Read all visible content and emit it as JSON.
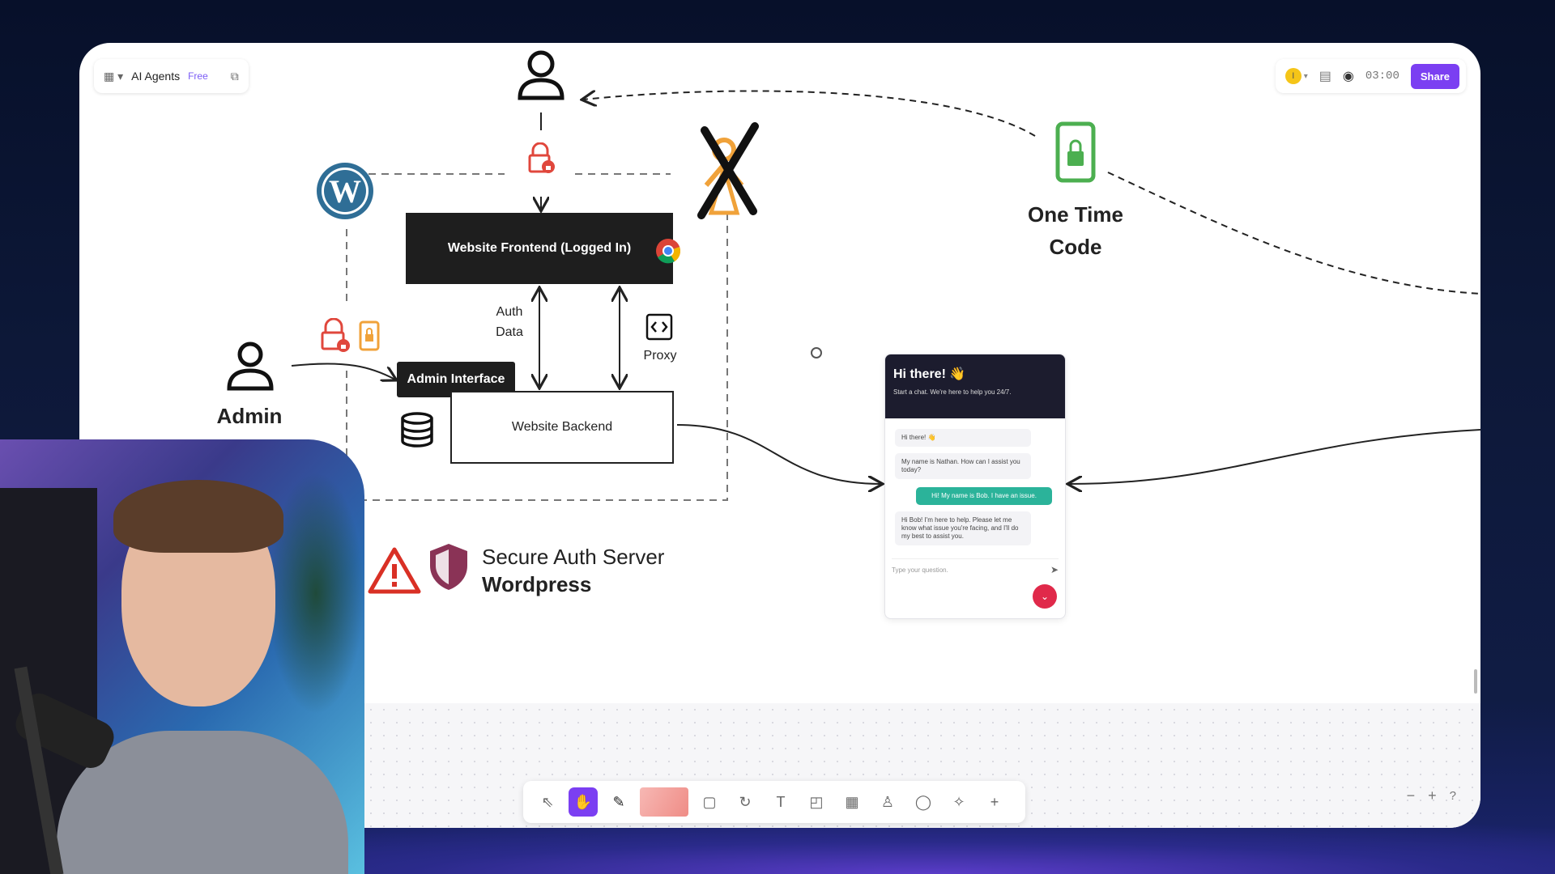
{
  "topbar": {
    "board_name": "AI Agents",
    "plan_badge": "Free",
    "timer": "03:00",
    "share_label": "Share",
    "user_initial": "I"
  },
  "diagram": {
    "frontend_label": "Website Frontend (Logged In)",
    "admin_interface_label": "Admin Interface",
    "backend_label": "Website Backend",
    "auth_data_label": [
      "Auth",
      "Data"
    ],
    "proxy_label": "Proxy",
    "admin_label": "Admin",
    "one_time_code_label": [
      "One Time",
      "Code"
    ],
    "secure_title": "Secure Auth Server",
    "secure_subtitle": "Wordpress"
  },
  "chat_widget": {
    "header_title": "Hi there! 👋",
    "header_subtitle": "Start a chat. We're here to help you 24/7.",
    "messages": [
      {
        "from": "bot",
        "text": "Hi there! 👋"
      },
      {
        "from": "bot",
        "text": "My name is Nathan. How can I assist you today?"
      },
      {
        "from": "user",
        "text": "Hi! My name is Bob. I have an issue."
      },
      {
        "from": "bot",
        "text": "Hi Bob! I'm here to help. Please let me know what issue you're facing, and I'll do my best to assist you."
      }
    ],
    "input_placeholder": "Type your question."
  },
  "toolbar": {
    "tools": [
      "select",
      "hand",
      "pen",
      "highlighter",
      "shape",
      "connector",
      "text",
      "sticky-note",
      "table",
      "stamp",
      "comment",
      "ai",
      "more"
    ],
    "active_tool": "hand"
  },
  "colors": {
    "accent": "#7b3ff2",
    "lock_red": "#e0473c",
    "lock_orange": "#f0a23a",
    "lock_green": "#4caf50",
    "chat_user_bubble": "#2bb39a"
  }
}
